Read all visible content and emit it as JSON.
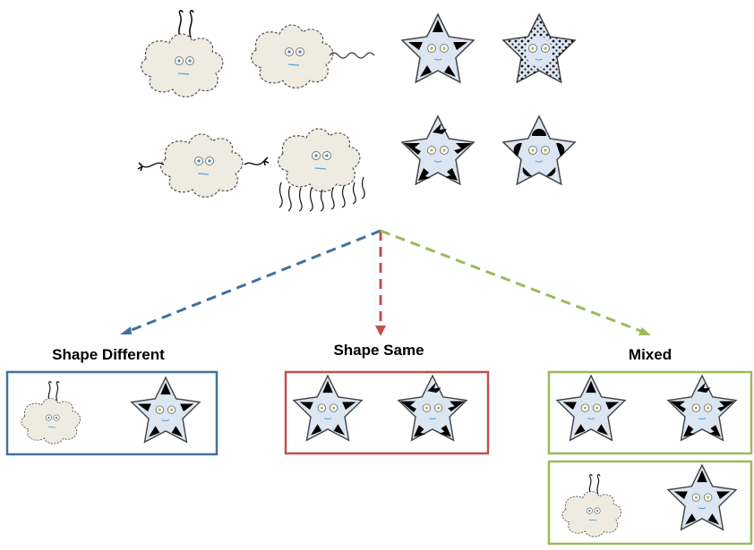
{
  "groups": {
    "shape_different": {
      "label": "Shape Different",
      "color": "#41719c"
    },
    "shape_same": {
      "label": "Shape Same",
      "color": "#c0504d"
    },
    "mixed": {
      "label": "Mixed",
      "color": "#9bbb59"
    }
  }
}
